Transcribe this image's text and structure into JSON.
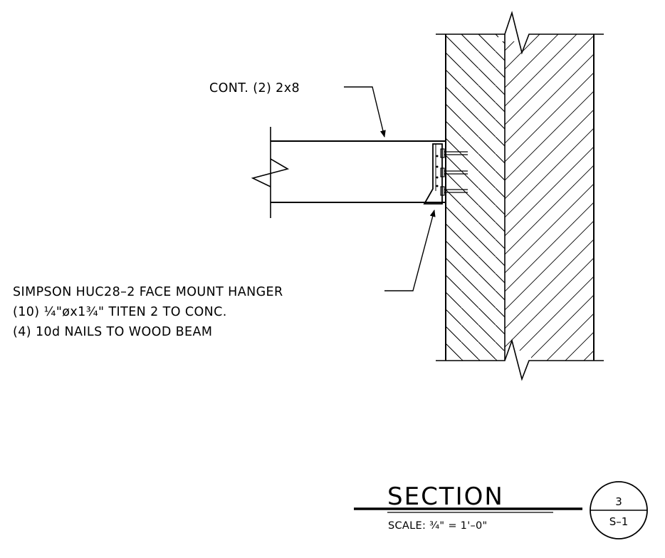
{
  "callouts": {
    "beam": "CONT. (2) 2x8",
    "hanger": [
      "SIMPSON HUC28–2 FACE MOUNT HANGER",
      "(10) ¼\"øx1¾\" TITEN 2 TO CONC.",
      "(4) 10d NAILS TO WOOD BEAM"
    ]
  },
  "title_block": {
    "title": "SECTION",
    "scale": "SCALE: ¾\" = 1'–0\"",
    "detail_number": "3",
    "sheet": "S–1"
  }
}
